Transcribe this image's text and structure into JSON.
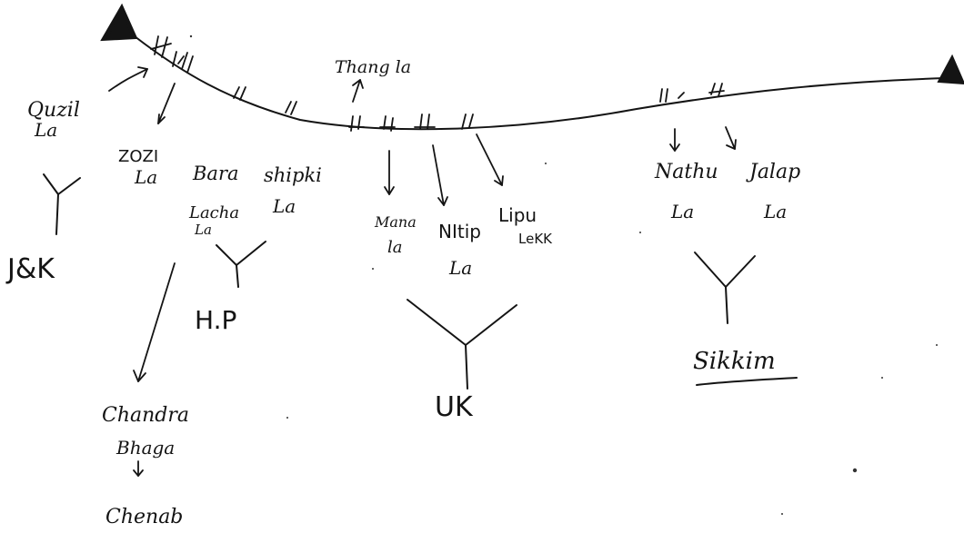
{
  "passes": {
    "qazi": {
      "name": "Quzil",
      "suffix": "La"
    },
    "zozi": {
      "name": "ZOZI",
      "suffix": "La"
    },
    "bara_lacha": {
      "name1": "Bara",
      "name2": "Lacha",
      "suffix": "La"
    },
    "shipki": {
      "name": "shipki",
      "suffix": "La"
    },
    "thang": {
      "label": "Thang la"
    },
    "mana": {
      "name": "Mana",
      "suffix": "la"
    },
    "niti": {
      "name": "NItip",
      "suffix": "La"
    },
    "lipu": {
      "name": "Lipu",
      "suffix": "LeKK"
    },
    "nathu": {
      "name": "Nathu",
      "suffix": "La"
    },
    "jalap": {
      "name": "Jalap",
      "suffix": "La"
    }
  },
  "states": {
    "jk": "J&K",
    "hp": "H.P",
    "uk": "UK",
    "sikkim": "Sikkim"
  },
  "rivers": {
    "chandra": "Chandra",
    "bhaga": "Bhaga",
    "chenab": "Chenab"
  }
}
